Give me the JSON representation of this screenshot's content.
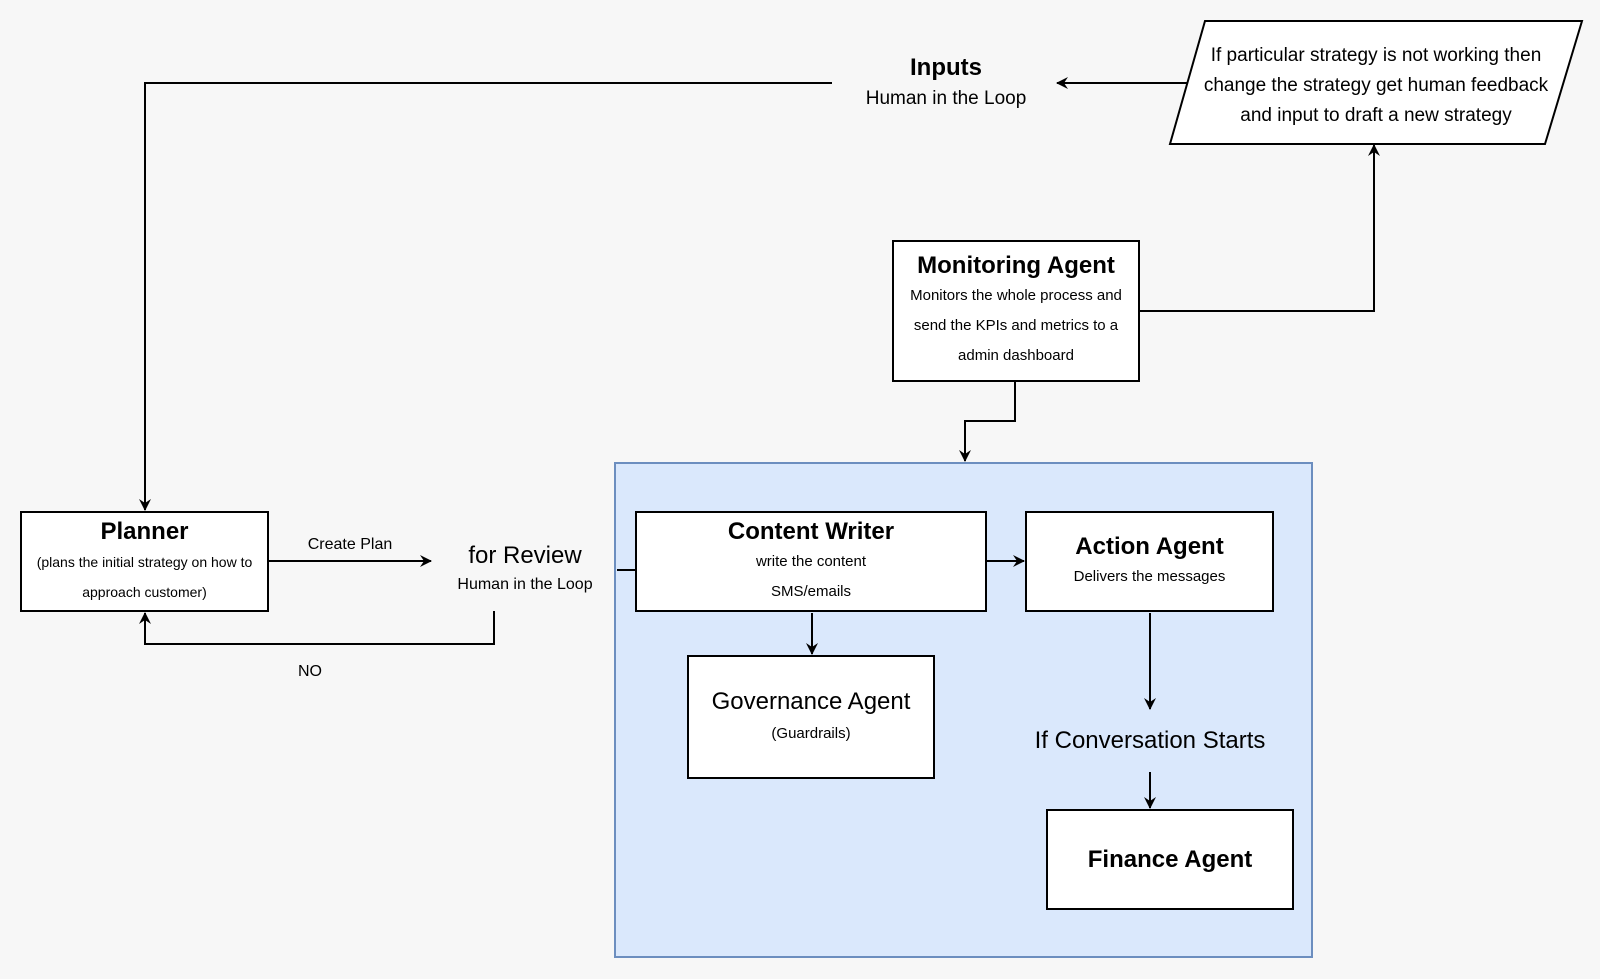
{
  "nodes": {
    "inputs": {
      "title": "Inputs",
      "subtitle": "Human in the Loop"
    },
    "strategy": {
      "line1": "If particular strategy is not working then",
      "line2": "change the strategy get human feedback",
      "line3": "and input to draft a new strategy"
    },
    "monitoring": {
      "title": "Monitoring Agent",
      "line1": "Monitors the whole process and",
      "line2": "send the KPIs and metrics to a",
      "line3": "admin dashboard"
    },
    "planner": {
      "title": "Planner",
      "line1": "(plans the initial strategy on how to",
      "line2": "approach customer)"
    },
    "review": {
      "title": "for Review",
      "subtitle": "Human in the Loop"
    },
    "content_writer": {
      "title": "Content Writer",
      "line1": "write the content",
      "line2": "SMS/emails"
    },
    "action_agent": {
      "title": "Action Agent",
      "subtitle": "Delivers the messages"
    },
    "governance": {
      "title": "Governance Agent",
      "subtitle": "(Guardrails)"
    },
    "conversation": {
      "label": "If Conversation Starts"
    },
    "finance": {
      "title": "Finance Agent"
    }
  },
  "edge_labels": {
    "create_plan": "Create Plan",
    "no": "NO"
  },
  "colors": {
    "background": "#f7f7f7",
    "container_fill": "#dae8fc",
    "container_stroke": "#6c8ebf",
    "box_fill": "#ffffff",
    "stroke": "#000000"
  }
}
